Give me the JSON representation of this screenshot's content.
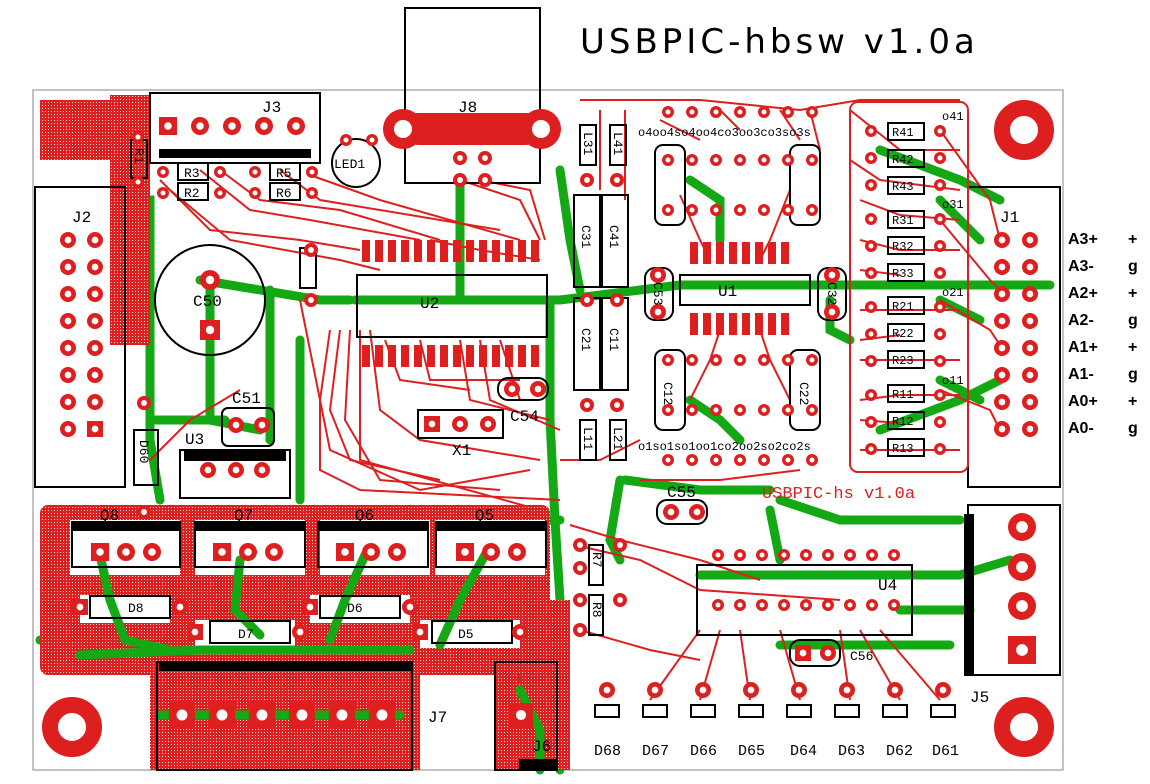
{
  "title": "USBPIC-hbsw v1.0a",
  "subtitle": "USBPIC-hs v1.0a",
  "colors": {
    "copper_top": "#dd1f1f",
    "copper_bottom": "#14a814",
    "silkscreen": "#000000",
    "background": "#ffffff"
  },
  "components": {
    "J1": "J1",
    "J2": "J2",
    "J3": "J3",
    "J5": "J5",
    "J6": "J6",
    "J7": "J7",
    "J8": "J8",
    "U1": "U1",
    "U2": "U2",
    "U3": "U3",
    "U4": "U4",
    "Q5": "Q5",
    "Q6": "Q6",
    "Q7": "Q7",
    "Q8": "Q8",
    "D5": "D5",
    "D6": "D6",
    "D7": "D7",
    "D8": "D8",
    "C50": "C50",
    "C51": "C51",
    "C53": "C53",
    "C54": "C54",
    "C55": "C55",
    "C56": "C56",
    "C31": "C31",
    "C41": "C41",
    "C21": "C21",
    "C11": "C11",
    "C32": "C32",
    "C12": "C12",
    "C22": "C22",
    "R1": "R1",
    "R2": "R2",
    "R3": "R3",
    "R5": "R5",
    "R6": "R6",
    "R31": "R31",
    "R32": "R32",
    "R33": "R33",
    "R41": "R41",
    "R42": "R42",
    "R43": "R43",
    "R21": "R21",
    "R22": "R22",
    "R23": "R23",
    "R11": "R11",
    "R12": "R12",
    "R13": "R13",
    "R7": "R7",
    "R8": "R8",
    "X1": "X1",
    "LED1": "LED1",
    "L31": "L31",
    "L41": "L41",
    "L11": "L11",
    "L21": "L21",
    "D60": "D60",
    "D61": "D61",
    "D62": "D62",
    "D63": "D63",
    "D64": "D64",
    "D65": "D65",
    "D66": "D66",
    "D67": "D67",
    "D68": "D68",
    "o41": "o41",
    "o31": "o31",
    "o21": "o21",
    "o11": "o11",
    "top_row": "o4oo4so4oo4co3oo3co3so3s",
    "bottom_row": "o1so1so1oo1co2oo2so2co2s",
    "plus": "+"
  },
  "side_labels": [
    {
      "name": "A3+",
      "mark": "+"
    },
    {
      "name": "A3-",
      "mark": "g"
    },
    {
      "name": "A2+",
      "mark": "+"
    },
    {
      "name": "A2-",
      "mark": "g"
    },
    {
      "name": "A1+",
      "mark": "+"
    },
    {
      "name": "A1-",
      "mark": "g"
    },
    {
      "name": "A0+",
      "mark": "+"
    },
    {
      "name": "A0-",
      "mark": "g"
    }
  ]
}
